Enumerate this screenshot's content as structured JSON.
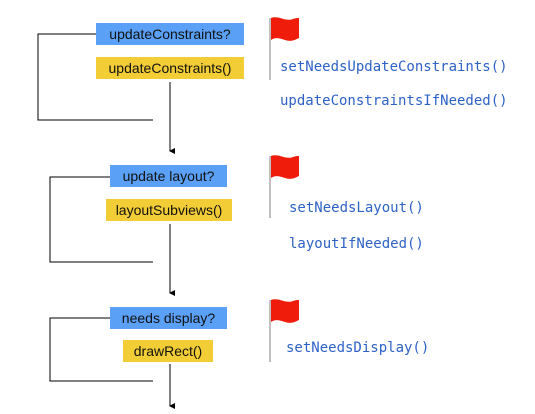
{
  "colors": {
    "question_box": "#5aa0f6",
    "action_box": "#f2cd35",
    "method_text": "#2e62c6",
    "flag": "#f01c0b",
    "flag_pole": "#bfbfbf",
    "line": "#000000"
  },
  "icons": {
    "flag": "red-flag-icon",
    "arrow": "arrow-down-icon"
  },
  "stages": [
    {
      "question": "updateConstraints?",
      "action": "updateConstraints()",
      "methods": [
        "setNeedsUpdateConstraints()",
        "updateConstraintsIfNeeded()"
      ]
    },
    {
      "question": "update layout?",
      "action": "layoutSubviews()",
      "methods": [
        "setNeedsLayout()",
        "layoutIfNeeded()"
      ]
    },
    {
      "question": "needs display?",
      "action": "drawRect()",
      "methods": [
        "setNeedsDisplay()"
      ]
    }
  ]
}
